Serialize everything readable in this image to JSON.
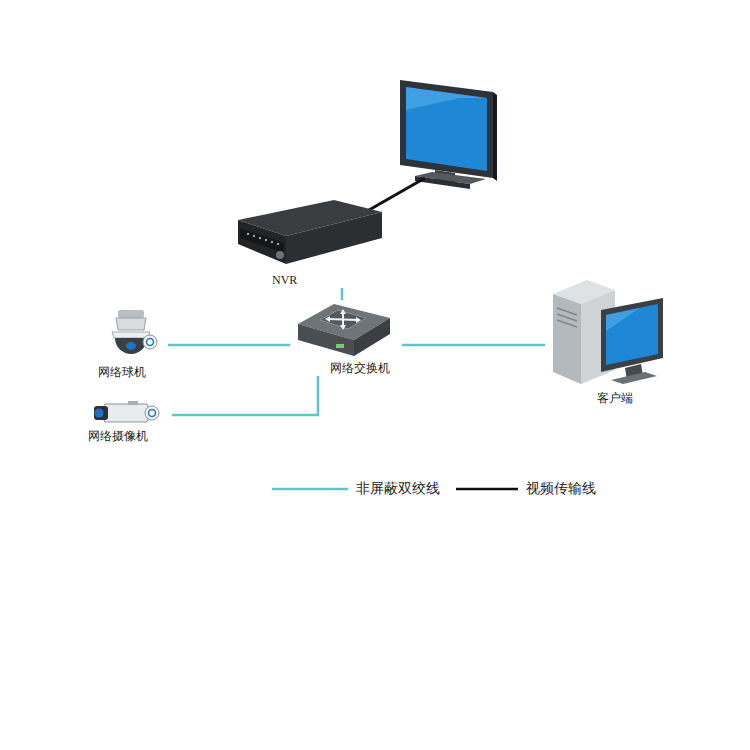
{
  "diagram": {
    "nodes": [
      {
        "text": [
          "NVR"
        ]
      },
      {
        "text": [
          "网络球机"
        ]
      },
      {
        "text": [
          "网络交换机"
        ]
      },
      {
        "text": [
          "客户端"
        ]
      },
      {
        "text": [
          "网络摄像机"
        ]
      }
    ],
    "edges": [
      {
        "from": 0,
        "to": 2,
        "arrow": "none"
      },
      {
        "from": 1,
        "to": 2,
        "arrow": "none"
      },
      {
        "from": 2,
        "to": 3,
        "arrow": "none"
      },
      {
        "from": 4,
        "to": 2,
        "arrow": "none"
      }
    ],
    "legend": [
      {
        "text": "非屏蔽双绞线"
      },
      {
        "text": "视频传输线"
      }
    ]
  }
}
